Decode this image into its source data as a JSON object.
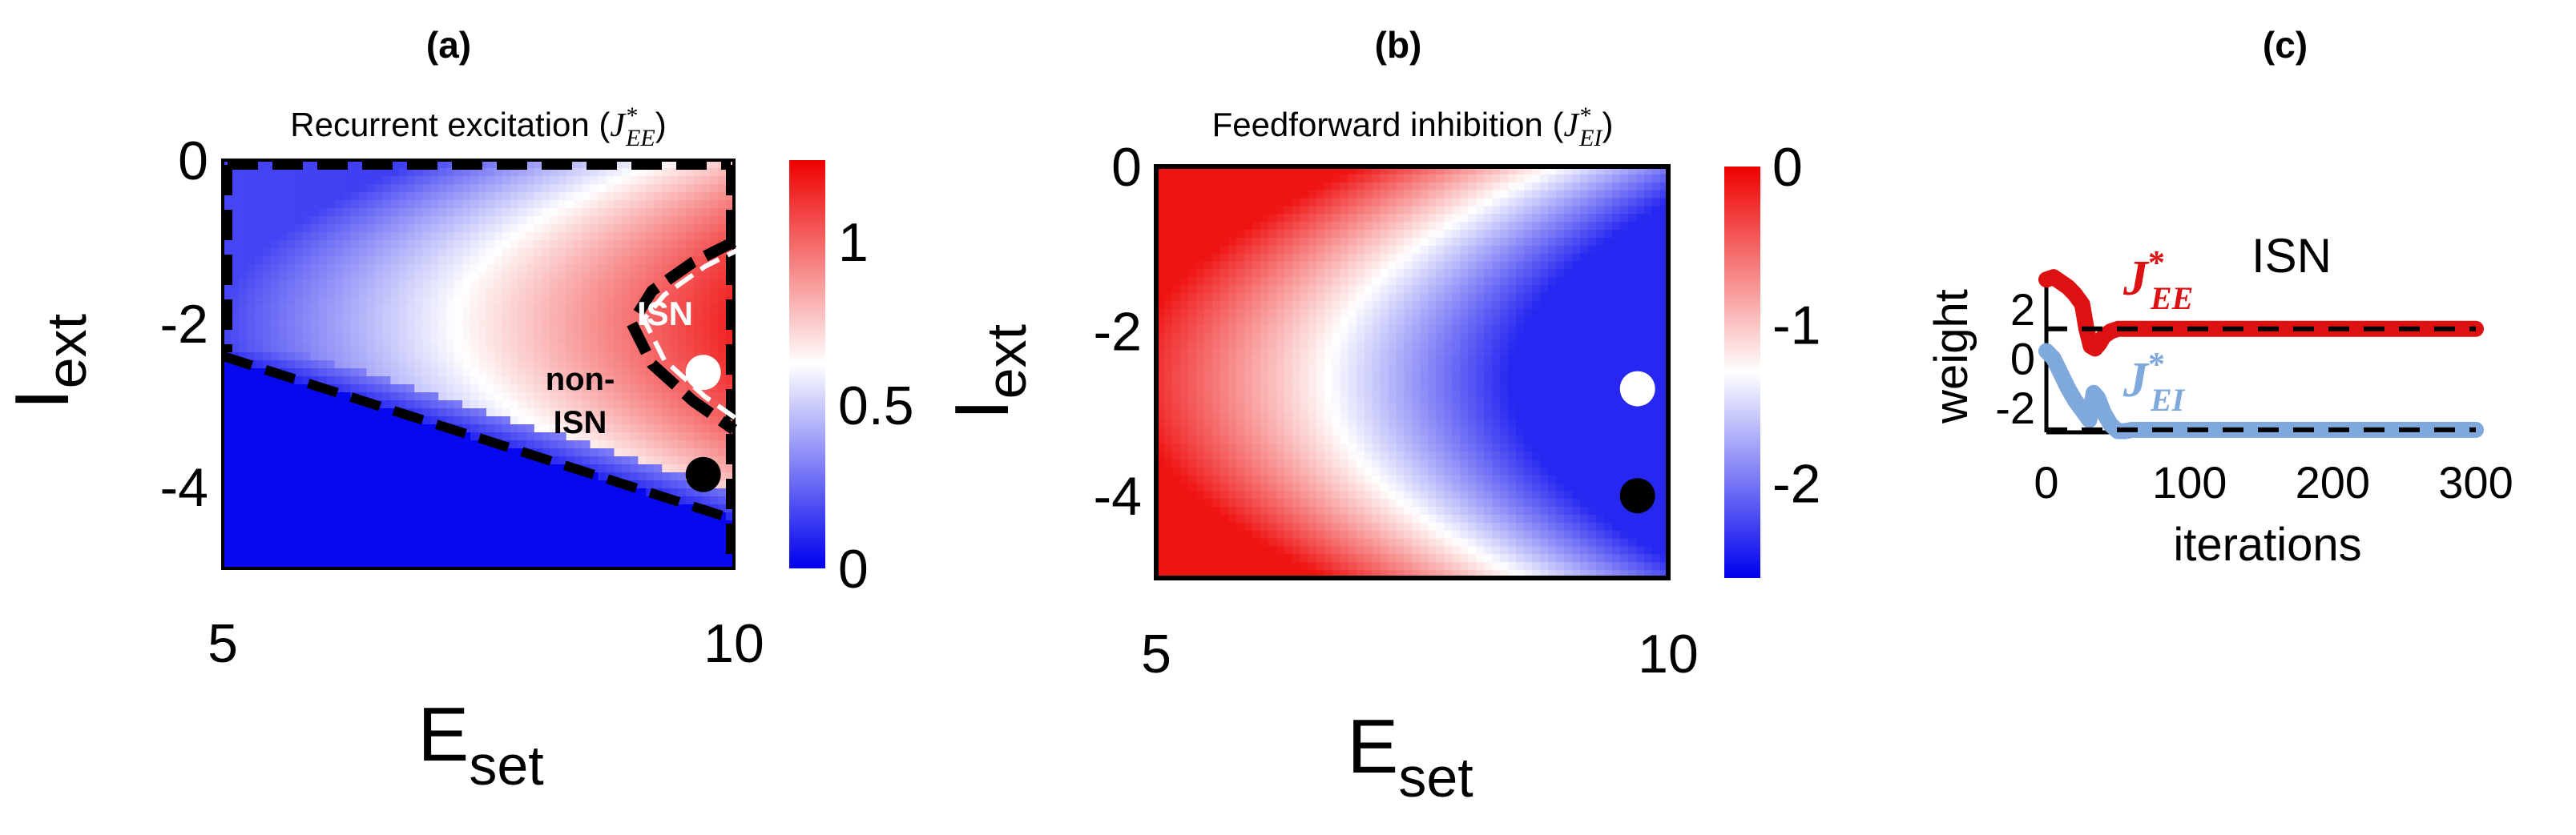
{
  "colors": {
    "red": "#ee0000",
    "blue": "#0000ee",
    "white": "#ffffff",
    "je_line": "#dd1111",
    "jei_line": "#7fa8dd",
    "black": "#000000"
  },
  "panel_a": {
    "label": "(a)",
    "title": "Recurrent excitation (",
    "title_sym": "J",
    "title_sup": "*",
    "title_sub": "EE",
    "title_close": ")",
    "xlabel_main": "E",
    "xlabel_sub": "set",
    "ylabel_main": "I",
    "ylabel_sub": "ext",
    "region_isn": "ISN",
    "region_non_1": "non-",
    "region_non_2": "ISN"
  },
  "panel_b": {
    "label": "(b)",
    "title": "Feedforward inhibition (",
    "title_sym": "J",
    "title_sup": "*",
    "title_sub": "EI",
    "title_close": ")",
    "xlabel_main": "E",
    "xlabel_sub": "set",
    "ylabel_main": "I",
    "ylabel_sub": "ext"
  },
  "panel_c": {
    "label": "(c)",
    "title": "ISN",
    "xlabel": "iterations",
    "ylabel": "weight",
    "series_ee_sym": "J",
    "series_ee_sup": "*",
    "series_ee_sub": "EE",
    "series_ei_sym": "J",
    "series_ei_sup": "*",
    "series_ei_sub": "EI"
  },
  "chart_data": [
    {
      "type": "heatmap",
      "panel": "(a)",
      "title": "Recurrent excitation (J*EE)",
      "xlabel": "Eset",
      "ylabel": "Iext",
      "xlim": [
        5,
        10
      ],
      "ylim": [
        -5,
        0
      ],
      "x_ticks": [
        "5",
        "10"
      ],
      "x_tick_values": [
        5,
        10
      ],
      "y_ticks": [
        "0",
        "-2",
        "-4"
      ],
      "y_tick_values": [
        0,
        -2,
        -4
      ],
      "colorbar": {
        "range": [
          0,
          1.25
        ],
        "ticks": [
          "0",
          "0.5",
          "1"
        ],
        "tick_values": [
          0,
          0.5,
          1
        ],
        "colormap": "blue-white-red"
      },
      "markers": [
        {
          "x": 9.7,
          "y": -2.6,
          "color": "white"
        },
        {
          "x": 9.7,
          "y": -3.85,
          "color": "black"
        }
      ],
      "boundaries": {
        "non_isn_lower": [
          [
            5,
            -2.4
          ],
          [
            6,
            -2.8
          ],
          [
            7,
            -3.2
          ],
          [
            8,
            -3.6
          ],
          [
            9,
            -4.0
          ],
          [
            10,
            -4.4
          ]
        ],
        "isn_region": [
          [
            10,
            -1.0
          ],
          [
            9.6,
            -1.25
          ],
          [
            9.2,
            -1.6
          ],
          [
            9.0,
            -2.0
          ],
          [
            9.2,
            -2.5
          ],
          [
            9.6,
            -2.95
          ],
          [
            10,
            -3.3
          ]
        ]
      }
    },
    {
      "type": "heatmap",
      "panel": "(b)",
      "title": "Feedforward inhibition (J*EI)",
      "xlabel": "Eset",
      "ylabel": "Iext",
      "xlim": [
        5,
        10
      ],
      "ylim": [
        -5,
        0
      ],
      "x_ticks": [
        "5",
        "10"
      ],
      "x_tick_values": [
        5,
        10
      ],
      "y_ticks": [
        "0",
        "-2",
        "-4"
      ],
      "y_tick_values": [
        0,
        -2,
        -4
      ],
      "colorbar": {
        "range": [
          -2.6,
          0
        ],
        "ticks": [
          "0",
          "-1",
          "-2"
        ],
        "tick_values": [
          0,
          -1,
          -2
        ],
        "colormap": "blue-white-red"
      },
      "markers": [
        {
          "x": 9.7,
          "y": -2.7,
          "color": "white"
        },
        {
          "x": 9.7,
          "y": -4.0,
          "color": "black"
        }
      ]
    },
    {
      "type": "line",
      "panel": "(c)",
      "title": "ISN",
      "xlabel": "iterations",
      "ylabel": "weight",
      "xlim": [
        0,
        300
      ],
      "ylim": [
        -3,
        3.5
      ],
      "x_ticks": [
        "0",
        "100",
        "200",
        "300"
      ],
      "x_tick_values": [
        0,
        100,
        200,
        300
      ],
      "y_ticks": [
        "2",
        "0",
        "-2"
      ],
      "y_tick_values": [
        2,
        0,
        -2
      ],
      "series": [
        {
          "name": "J*EE",
          "color": "#dd1111",
          "x": [
            0,
            5,
            10,
            15,
            20,
            25,
            28,
            31,
            34,
            37,
            40,
            45,
            50,
            60,
            80,
            150,
            300
          ],
          "values": [
            3.2,
            3.3,
            3.1,
            2.9,
            2.6,
            2.2,
            1.2,
            0.5,
            0.4,
            0.6,
            0.9,
            1.1,
            1.2,
            1.2,
            1.2,
            1.2,
            1.2
          ]
        },
        {
          "name": "J*EI",
          "color": "#7fa8dd",
          "x": [
            0,
            5,
            10,
            15,
            20,
            25,
            30,
            33,
            36,
            40,
            45,
            50,
            55,
            60,
            80,
            150,
            300
          ],
          "values": [
            0.3,
            0.0,
            -0.6,
            -1.2,
            -1.7,
            -2.1,
            -2.5,
            -1.4,
            -1.6,
            -2.2,
            -2.7,
            -2.95,
            -2.95,
            -2.9,
            -2.9,
            -2.9,
            -2.9
          ]
        },
        {
          "name": "J*EE target",
          "color": "#000000",
          "dashed": true,
          "x": [
            0,
            300
          ],
          "values": [
            1.2,
            1.2
          ]
        },
        {
          "name": "J*EI target",
          "color": "#000000",
          "dashed": true,
          "x": [
            0,
            300
          ],
          "values": [
            -2.9,
            -2.9
          ]
        }
      ]
    }
  ]
}
